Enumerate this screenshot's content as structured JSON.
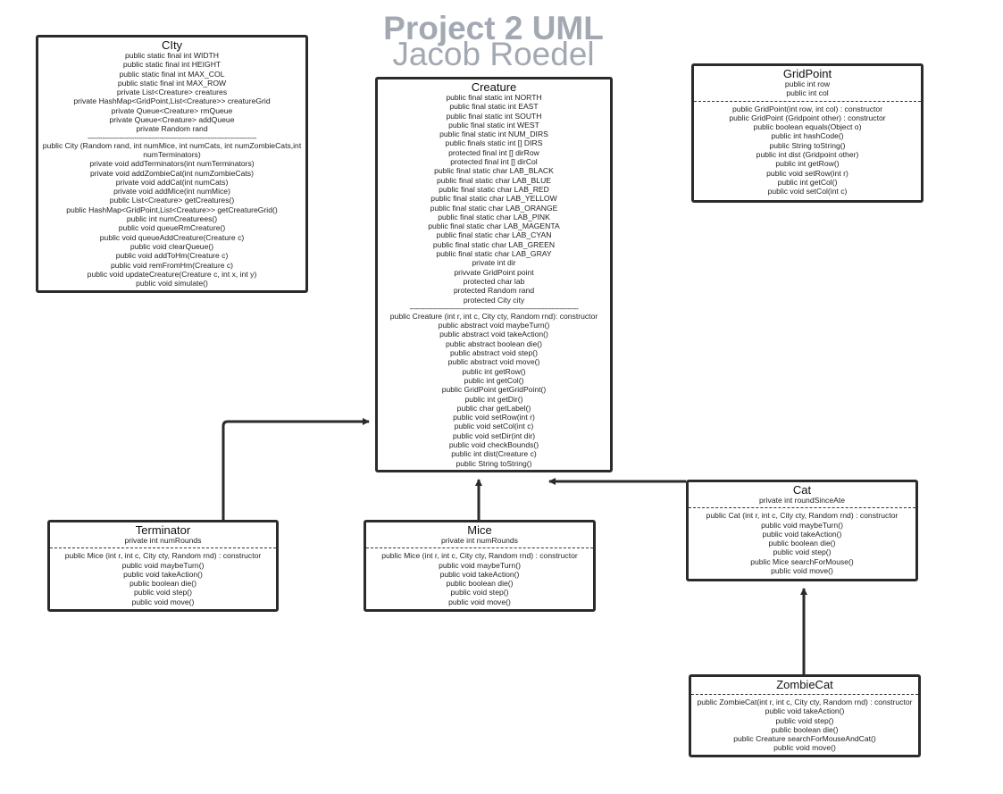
{
  "title": "Project 2 UML",
  "author": "Jacob Roedel",
  "city": {
    "name": "CIty",
    "fields": [
      "public static final int WIDTH",
      "public static final int HEIGHT",
      "public static final int MAX_COL",
      "public static final int  MAX_ROW",
      "private List<Creature> creatures",
      "private HashMap<GridPoint,List<Creature>> creatureGrid",
      "private Queue<Creature> rmQueue",
      "private Queue<Creature> addQueue",
      "private Random rand"
    ],
    "separator": "--------------------------------------------------------------------------------",
    "methods": [
      "public City (Random rand, int numMice, int numCats, int numZombieCats,int",
      "numTerminators)",
      "private void addTerminators(int numTerminators)",
      "private void addZombieCat(int numZombieCats)",
      "private void addCat(int numCats)",
      "private void addMice(int numMice)",
      "public List<Creature> getCreatures()",
      "public HashMap<GridPoint,List<Creature>> getCreatureGrid()",
      "public int numCreaturees()",
      "public void queueRmCreature()",
      "public void queueAddCreature(Creature c)",
      "public void clearQueue()",
      "public void addToHm(Creature c)",
      "public void remFromHm(Creature c)",
      "public void updateCreature(Creature c, int x, int y)",
      "public void simulate()"
    ]
  },
  "creature": {
    "name": "Creature",
    "fields": [
      "public final static int NORTH",
      "public final static int  EAST",
      "public final static int SOUTH",
      "public final static int WEST",
      "public final static int NUM_DIRS",
      "public finals static int [] DIRS",
      "protected final int [] dirRow",
      "protected final int [] dirCol",
      "public final static char LAB_BLACK",
      "public final static char LAB_BLUE",
      "public final static char LAB_RED",
      "public final static char LAB_YELLOW",
      "public final static char LAB_ORANGE",
      "public final static char LAB_PINK",
      "public final static char LAB_MAGENTA",
      "public final static char LAB_CYAN",
      "public final static char LAB_GREEN",
      "public final static char LAB_GRAY",
      "private int dir",
      "privvate GridPoint point",
      "protected char lab",
      "protected Random rand",
      "protected City city"
    ],
    "separator": "--------------------------------------------------------------------------------",
    "methods": [
      "public Creature (int r, int c, City cty, Random rnd): constructor",
      "public abstract void maybeTurn()",
      "public abstract void takeAction()",
      "public abstract boolean die()",
      "public abstract void step()",
      "public abstract void move()",
      "public int getRow()",
      "public int getCol()",
      "public GridPoint getGridPoint()",
      "public int getDir()",
      "public char getLabel()",
      "public void setRow(int r)",
      "public void setCol(int c)",
      "public void setDir(int dir)",
      "public  void checkBounds()",
      "public int dist(Creature c)",
      "public String toString()"
    ]
  },
  "gridpoint": {
    "name": "GridPoint",
    "fields": [
      "public int row",
      "public int col"
    ],
    "methods": [
      "public GridPoint(int row, int col) : constructor",
      "public GridPoint (Gridpoint other) : constructor",
      "public boolean equals(Object o)",
      "public int hashCode()",
      "public String toString()",
      "public int dist (Gridpoint other)",
      "public int getRow()",
      "public void setRow(int r)",
      "public int getCol()",
      "public void setCol(int c)"
    ]
  },
  "terminator": {
    "name": "Terminator",
    "fields": [
      "private int numRounds"
    ],
    "methods": [
      "public Mice (int r, int c, City cty, Random rnd) : constructor",
      "public void maybeTurn()",
      "public void takeAction()",
      "public boolean die()",
      "public void step()",
      "public void move()"
    ]
  },
  "mice": {
    "name": "Mice",
    "fields": [
      "private int numRounds"
    ],
    "methods": [
      "public Mice (int r, int c, City cty, Random rnd) : constructor",
      "public void maybeTurn()",
      "public void takeAction()",
      "public boolean die()",
      "public void step()",
      "public void move()"
    ]
  },
  "cat": {
    "name": "Cat",
    "fields": [
      "private int roundSinceAte"
    ],
    "methods": [
      "public Cat (int r, int c, City cty, Random rnd) : constructor",
      "public void maybeTurn()",
      "public void takeAction()",
      "public boolean die()",
      "public void step()",
      "public Mice searchForMouse()",
      "public void move()"
    ]
  },
  "zombiecat": {
    "name": "ZombieCat",
    "fields": [],
    "methods": [
      "public ZombieCat(int r, int c, City cty, Random rnd) : constructor",
      "public void takeAction()",
      "public void step()",
      "public boolean die()",
      "public Creature searchForMouseAndCat()",
      "public void move()"
    ]
  }
}
